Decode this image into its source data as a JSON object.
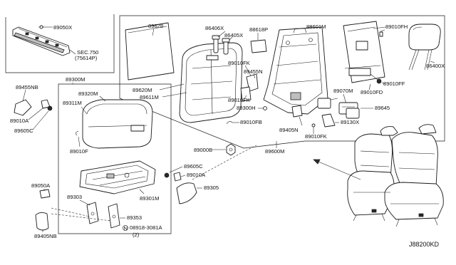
{
  "labels": {
    "p89050X": "89050X",
    "sec750": "SEC.750",
    "sec750_sub": "(75614P)",
    "p89628": "89628",
    "p86406X": "86406X",
    "p86405X": "86405X",
    "p88618P": "88618P",
    "p89601M": "89601M",
    "p89010FH": "89010FH",
    "p86400X": "86400X",
    "p89620M": "89620M",
    "p89611M": "89611M",
    "p89010FK_a": "89010FK",
    "p89455N": "89455N",
    "p89010FK_b": "89010FK",
    "p89300H": "89300H",
    "p89010FB": "89010FB",
    "p89070M": "89070M",
    "p89010FF": "89010FF",
    "p89010FD": "89010FD",
    "p89645": "89645",
    "p89130X": "89130X",
    "p89405N": "89405N",
    "p89010FK_c": "89010FK",
    "p89600M": "89600M",
    "p89000B": "89000B",
    "p89455NB": "89455NB",
    "p89300M": "89300M",
    "p89320M": "89320M",
    "p89311M": "89311M",
    "p89010A_a": "89010A",
    "p89605C_a": "89605C",
    "p89010F": "89010F",
    "p89605C_b": "89605C",
    "p89010A_b": "89010A",
    "p89305": "89305",
    "p89050A": "89050A",
    "p89303": "89303",
    "p89301M": "89301M",
    "p89353": "89353",
    "p08918": "08918-3081A",
    "p08918_qty": "(2)",
    "p08918_prefix": "N",
    "p89405NB": "89405NB",
    "diagram_code": "J88200KD"
  }
}
